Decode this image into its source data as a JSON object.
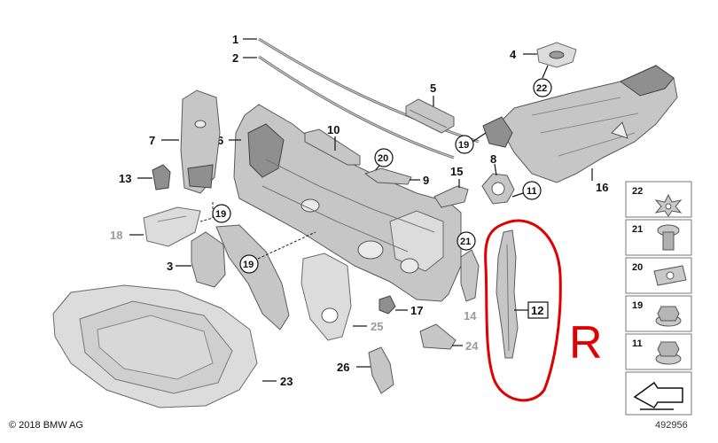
{
  "callouts": {
    "c1": "1",
    "c2": "2",
    "c3": "3",
    "c4": "4",
    "c5": "5",
    "c6": "6",
    "c7": "7",
    "c8": "8",
    "c9": "9",
    "c10": "10",
    "c12": "12",
    "c13": "13",
    "c14": "14",
    "c15": "15",
    "c16": "16",
    "c17": "17",
    "c18": "18",
    "c23": "23",
    "c24": "24",
    "c25": "25",
    "c26": "26",
    "r11": "11",
    "r19a": "19",
    "r19b": "19",
    "r19c": "19",
    "r20": "20",
    "r21": "21",
    "r22": "22"
  },
  "legend": {
    "items": [
      {
        "num": "22",
        "icon": "spring-nut-icon"
      },
      {
        "num": "21",
        "icon": "expanding-rivet-icon"
      },
      {
        "num": "20",
        "icon": "clip-nut-icon"
      },
      {
        "num": "19",
        "icon": "hex-nut-washer-icon"
      },
      {
        "num": "11",
        "icon": "collar-nut-icon"
      }
    ]
  },
  "annotation": {
    "letter": "R",
    "color": "#e00000"
  },
  "footer": {
    "copyright": "© 2018 BMW AG",
    "ref": "492956"
  }
}
